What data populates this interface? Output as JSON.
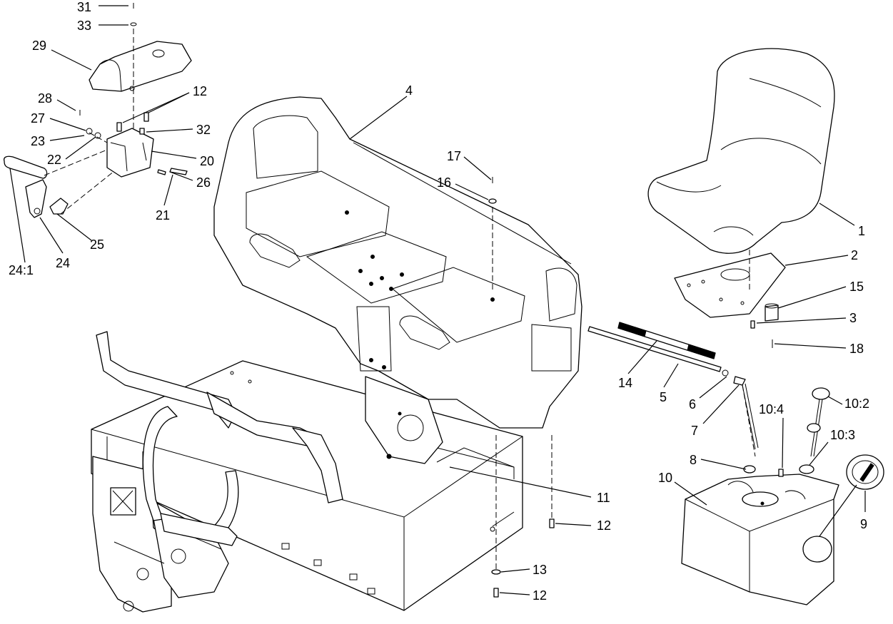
{
  "callouts": [
    {
      "id": "31",
      "text": "31"
    },
    {
      "id": "33",
      "text": "33"
    },
    {
      "id": "29",
      "text": "29"
    },
    {
      "id": "12a",
      "text": "12"
    },
    {
      "id": "28",
      "text": "28"
    },
    {
      "id": "27",
      "text": "27"
    },
    {
      "id": "32",
      "text": "32"
    },
    {
      "id": "23",
      "text": "23"
    },
    {
      "id": "22",
      "text": "22"
    },
    {
      "id": "20",
      "text": "20"
    },
    {
      "id": "26",
      "text": "26"
    },
    {
      "id": "21",
      "text": "21"
    },
    {
      "id": "25",
      "text": "25"
    },
    {
      "id": "24-1",
      "text": "24:1"
    },
    {
      "id": "24",
      "text": "24"
    },
    {
      "id": "4",
      "text": "4"
    },
    {
      "id": "17",
      "text": "17"
    },
    {
      "id": "16",
      "text": "16"
    },
    {
      "id": "1",
      "text": "1"
    },
    {
      "id": "2",
      "text": "2"
    },
    {
      "id": "15",
      "text": "15"
    },
    {
      "id": "3",
      "text": "3"
    },
    {
      "id": "18",
      "text": "18"
    },
    {
      "id": "14",
      "text": "14"
    },
    {
      "id": "5",
      "text": "5"
    },
    {
      "id": "6",
      "text": "6"
    },
    {
      "id": "7",
      "text": "7"
    },
    {
      "id": "10-4",
      "text": "10:4"
    },
    {
      "id": "10-2",
      "text": "10:2"
    },
    {
      "id": "10-3",
      "text": "10:3"
    },
    {
      "id": "8",
      "text": "8"
    },
    {
      "id": "10",
      "text": "10"
    },
    {
      "id": "9",
      "text": "9"
    },
    {
      "id": "11",
      "text": "11"
    },
    {
      "id": "12b",
      "text": "12"
    },
    {
      "id": "13",
      "text": "13"
    },
    {
      "id": "12c",
      "text": "12"
    }
  ]
}
